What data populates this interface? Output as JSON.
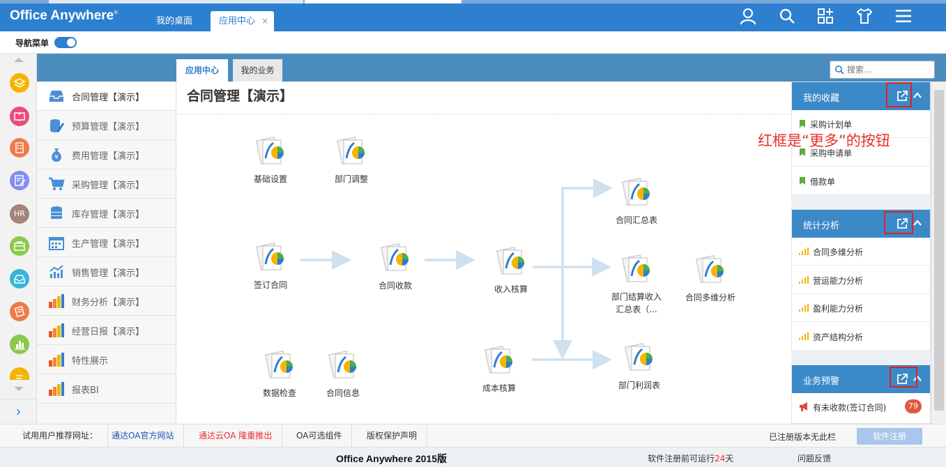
{
  "header": {
    "logo": "Office Anywhere",
    "logo_mark": "®",
    "tabs": [
      {
        "label": "我的桌面"
      },
      {
        "label": "应用中心",
        "close": "×"
      }
    ],
    "icons": [
      "user-icon",
      "search-icon",
      "apps-icon",
      "theme-icon",
      "menu-icon"
    ]
  },
  "nav_toggle": {
    "label": "导航菜单",
    "on": true
  },
  "left_rail": {
    "icons": [
      {
        "name": "layers-icon",
        "color": "#f5b400"
      },
      {
        "name": "book-icon",
        "color": "#e84d7a"
      },
      {
        "name": "building-icon",
        "color": "#f07a4a"
      },
      {
        "name": "edit-doc-icon",
        "color": "#7f8ef0"
      },
      {
        "name": "hr-icon",
        "color": "#a4857a",
        "text": "HR"
      },
      {
        "name": "briefcase-icon",
        "color": "#8cc84b"
      },
      {
        "name": "inbox-icon",
        "color": "#35b6d8"
      },
      {
        "name": "note-icon",
        "color": "#f07a4a"
      },
      {
        "name": "chart-icon",
        "color": "#8cc84b"
      },
      {
        "name": "chat-icon",
        "color": "#f5b400"
      }
    ],
    "more": "›"
  },
  "sub_tabs": [
    {
      "label": "应用中心"
    },
    {
      "label": "我的业务"
    }
  ],
  "search": {
    "placeholder": "搜索..."
  },
  "modules": [
    {
      "label": "合同管理【演示】",
      "icon": "inbox-tray-icon"
    },
    {
      "label": "预算管理【演示】",
      "icon": "pen-cylinder-icon"
    },
    {
      "label": "费用管理【演示】",
      "icon": "money-bag-icon"
    },
    {
      "label": "采购管理【演示】",
      "icon": "cart-icon"
    },
    {
      "label": "库存管理【演示】",
      "icon": "database-icon"
    },
    {
      "label": "生产管理【演示】",
      "icon": "calendar-icon"
    },
    {
      "label": "销售管理【演示】",
      "icon": "trend-chart-icon"
    },
    {
      "label": "财务分析【演示】",
      "icon": "bar-chart-icon"
    },
    {
      "label": "经营日报【演示】",
      "icon": "bar-chart-icon"
    },
    {
      "label": "特性展示",
      "icon": "bar-chart-icon"
    },
    {
      "label": "报表BI",
      "icon": "bar-chart-icon"
    }
  ],
  "main": {
    "title": "合同管理【演示】",
    "nodes": [
      {
        "label": "基础设置"
      },
      {
        "label": "部门调整"
      },
      {
        "label": "签订合同"
      },
      {
        "label": "合同收款"
      },
      {
        "label": "收入核算"
      },
      {
        "label": "合同汇总表"
      },
      {
        "label": "部门结算收入汇总表（..."
      },
      {
        "label": "合同多维分析"
      },
      {
        "label": "数据检查"
      },
      {
        "label": "合同信息"
      },
      {
        "label": "成本核算"
      },
      {
        "label": "部门利润表"
      }
    ]
  },
  "right_panel": {
    "favorites": {
      "title": "我的收藏",
      "items": [
        "采购计划单",
        "采购申请单",
        "借款单"
      ]
    },
    "stats": {
      "title": "统计分析",
      "items": [
        "合同多维分析",
        "营运能力分析",
        "盈利能力分析",
        "资产结构分析"
      ]
    },
    "alerts": {
      "title": "业务预警",
      "items": [
        {
          "label": "有未收款(签订合同)",
          "count": "79"
        }
      ]
    }
  },
  "annotation": "红框是“更多”的按钮",
  "footer": {
    "links": [
      {
        "label": "试用用户推荐网址："
      },
      {
        "label": "通达OA官方网站"
      },
      {
        "label": "通达云OA 隆重推出"
      },
      {
        "label": "OA可选组件"
      },
      {
        "label": "版权保护声明"
      }
    ],
    "registered_note": "已注册版本无此栏",
    "register_button": "软件注册"
  },
  "bottom_bar": {
    "product": "Office Anywhere 2015版",
    "trial_prefix": "软件注册前可运行",
    "trial_days": "24",
    "trial_suffix": "天",
    "feedback": "问题反馈"
  },
  "colors": {
    "primary": "#2d7fd0",
    "band": "#4b8cbf",
    "card_header": "#3c89c8",
    "annotation": "#e8302c"
  }
}
